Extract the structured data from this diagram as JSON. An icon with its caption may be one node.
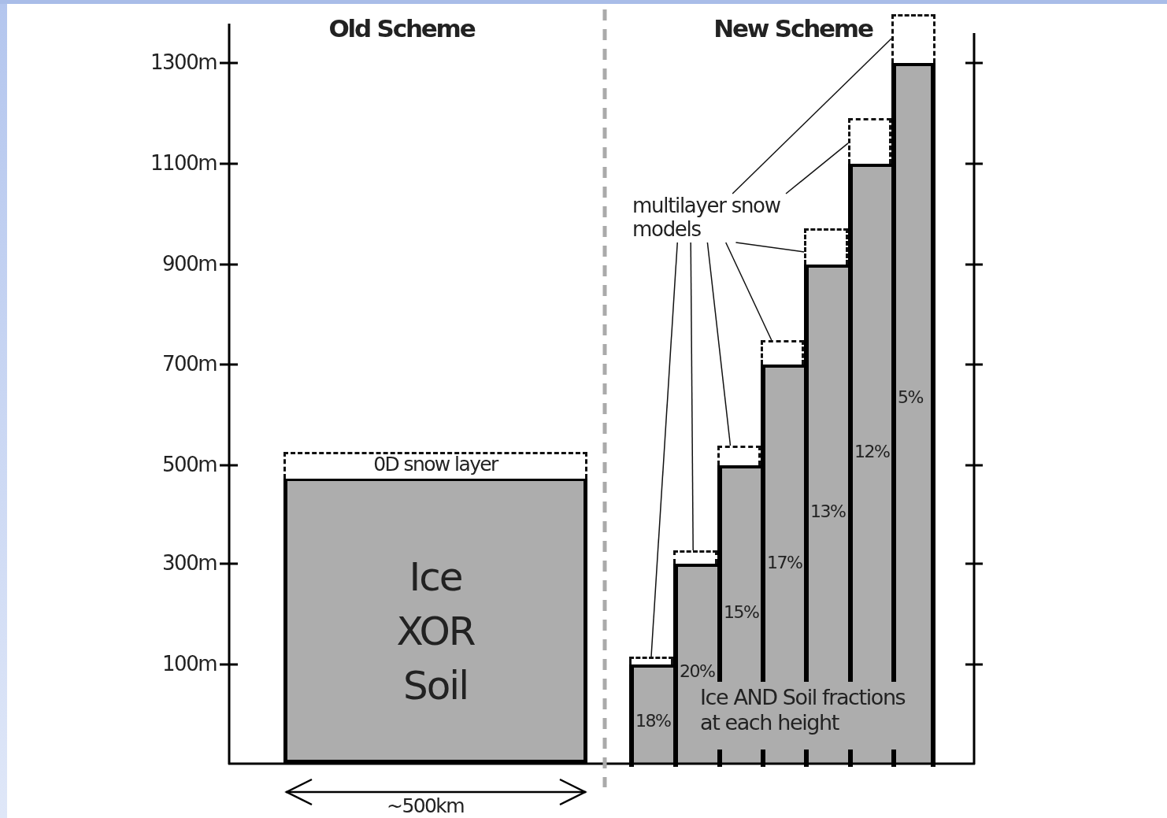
{
  "diagram": {
    "nodes": [
      {
        "text": [
          "Ice XOR Soil"
        ]
      },
      {
        "text": [
          "0D snow layer"
        ]
      },
      {
        "text": [
          "multilayer snow models"
        ]
      },
      {
        "text": [],
        "shape": "box"
      },
      {
        "text": [],
        "shape": "box"
      },
      {
        "text": [],
        "shape": "box"
      },
      {
        "text": [],
        "shape": "box"
      },
      {
        "text": [],
        "shape": "box"
      },
      {
        "text": [],
        "shape": "box"
      },
      {
        "text": [],
        "shape": "box"
      },
      {
        "text": [
          "18%"
        ]
      },
      {
        "text": [
          "20%"
        ]
      },
      {
        "text": [
          "15%"
        ]
      },
      {
        "text": [
          "17%"
        ]
      },
      {
        "text": [
          "13%"
        ]
      },
      {
        "text": [
          "12%"
        ]
      },
      {
        "text": [
          "5%"
        ]
      }
    ],
    "edges": [
      {
        "from": 2,
        "to": 9,
        "arrow": "none"
      },
      {
        "from": 2,
        "to": 8,
        "arrow": "none"
      },
      {
        "from": 2,
        "to": 7,
        "arrow": "none"
      },
      {
        "from": 2,
        "to": 6,
        "arrow": "none"
      },
      {
        "from": 2,
        "to": 5,
        "arrow": "none"
      },
      {
        "from": 2,
        "to": 4,
        "arrow": "none"
      },
      {
        "from": 2,
        "to": 3,
        "arrow": "none"
      }
    ],
    "labels": [
      "Old Scheme",
      "New Scheme",
      "1300m",
      "1100m",
      "900m",
      "700m",
      "500m",
      "300m",
      "100m",
      "Ice AND Soil fractions at each height",
      "~500km"
    ]
  }
}
